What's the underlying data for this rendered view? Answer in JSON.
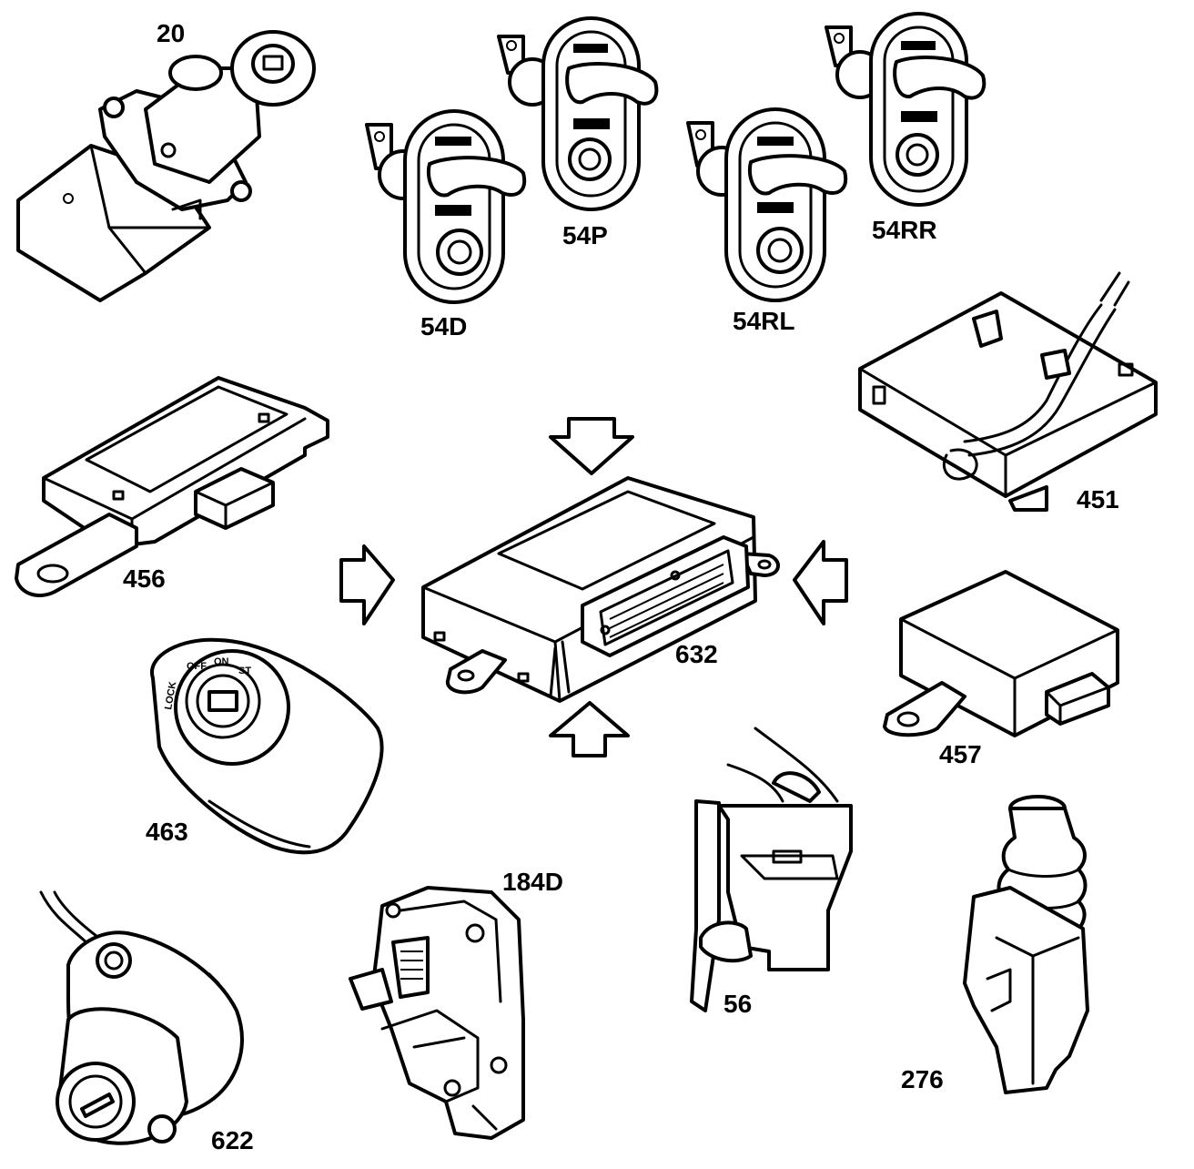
{
  "components": [
    {
      "id": "c20",
      "label": "20"
    },
    {
      "id": "c54P",
      "label": "54P"
    },
    {
      "id": "c54RR",
      "label": "54RR"
    },
    {
      "id": "c54D",
      "label": "54D"
    },
    {
      "id": "c54RL",
      "label": "54RL"
    },
    {
      "id": "c451",
      "label": "451"
    },
    {
      "id": "c456",
      "label": "456"
    },
    {
      "id": "c632",
      "label": "632"
    },
    {
      "id": "c457",
      "label": "457"
    },
    {
      "id": "c463",
      "label": "463"
    },
    {
      "id": "c56",
      "label": "56"
    },
    {
      "id": "c184D",
      "label": "184D"
    },
    {
      "id": "c276",
      "label": "276"
    },
    {
      "id": "c622",
      "label": "622"
    }
  ],
  "ignition_positions": {
    "lock": "LOCK",
    "off": "OFF",
    "on": "ON",
    "start": "ST"
  }
}
